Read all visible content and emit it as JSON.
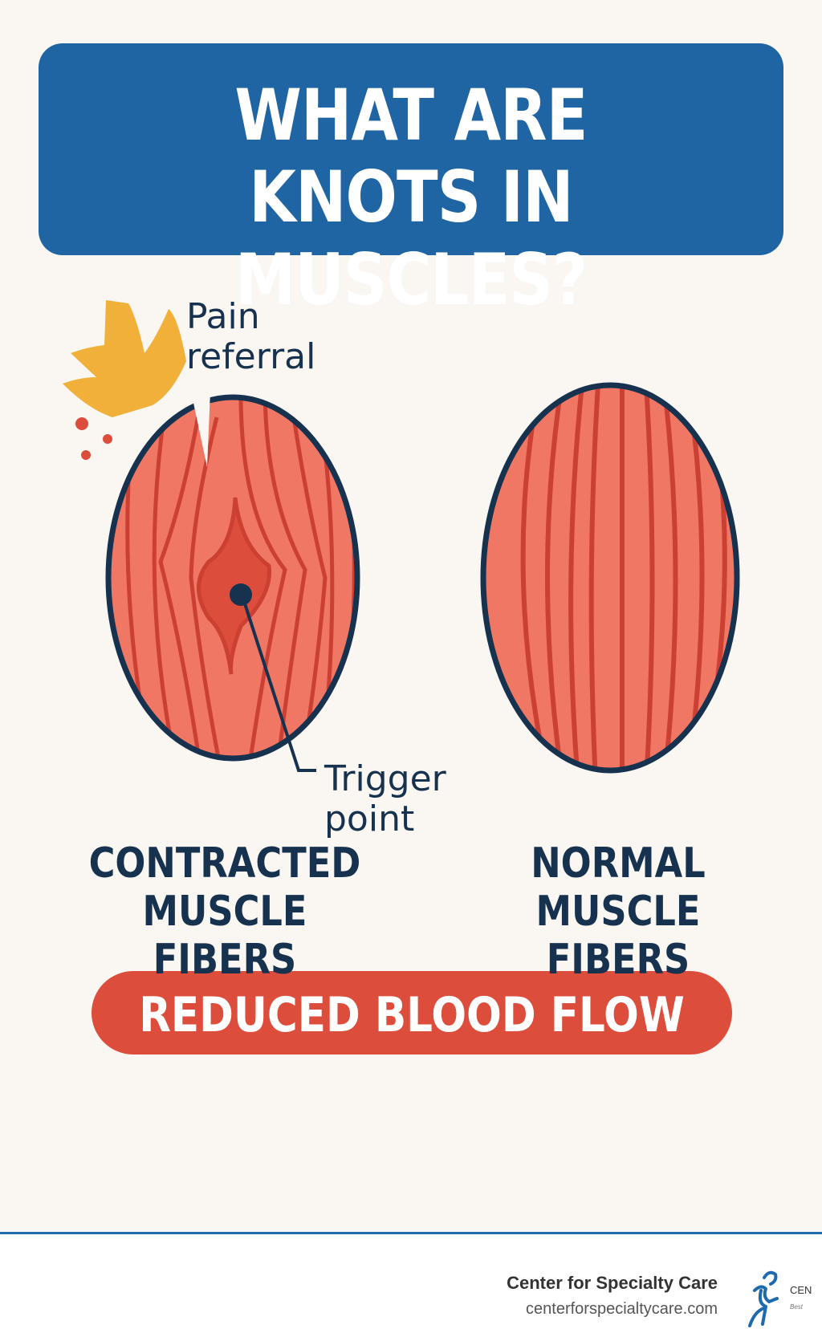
{
  "title": {
    "line1": "WHAT ARE",
    "line2": "KNOTS IN MUSCLES?"
  },
  "diagram": {
    "pain_referral_label": [
      "Pain",
      "referral"
    ],
    "trigger_point_label": [
      "Trigger",
      "point"
    ],
    "left_caption": [
      "CONTRACTED",
      "MUSCLE FIBERS"
    ],
    "right_caption": [
      "NORMAL",
      "MUSCLE FIBERS"
    ]
  },
  "banner": {
    "text": "REDUCED BLOOD FLOW"
  },
  "footer": {
    "org_name": "Center for Specialty Care",
    "url": "centerforspecialtycare.com",
    "logo_text": "CEN",
    "logo_tagline": "Best"
  },
  "colors": {
    "title_bg": "#1f65a3",
    "muscle_fill": "#ef7763",
    "fiber_line": "#cc3f33",
    "outline": "#17324f",
    "pain_star": "#f0b03a",
    "pill_bg": "#dc4d3c",
    "background": "#faf7f2"
  }
}
